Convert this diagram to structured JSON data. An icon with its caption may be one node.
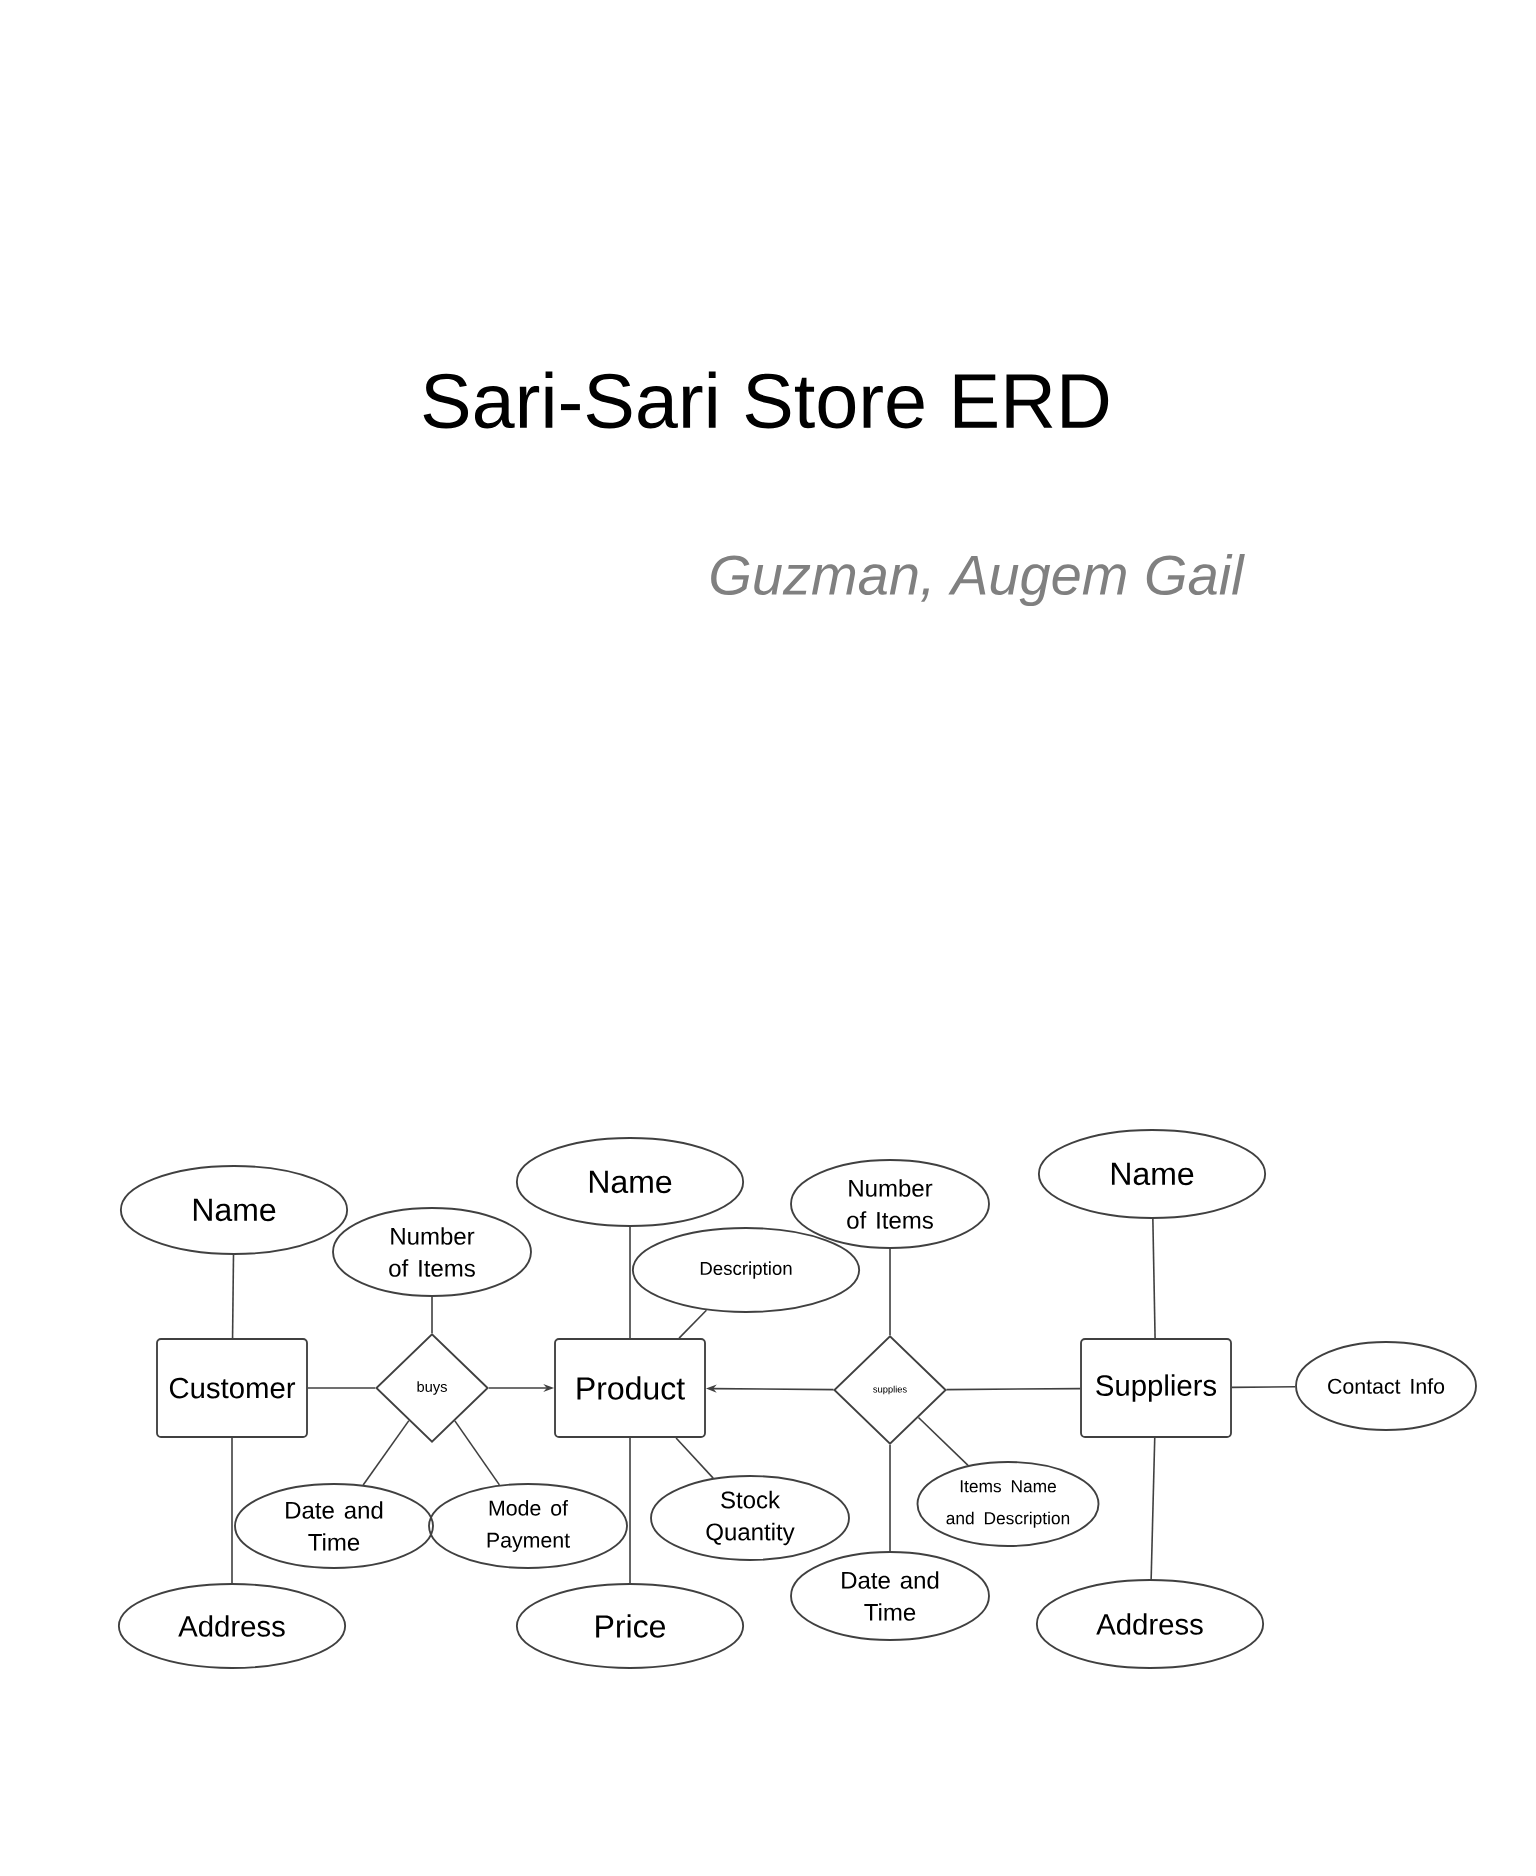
{
  "diagram": {
    "title": "Sari-Sari Store ERD",
    "nodes": [
      {
        "text": [
          "Customer"
        ]
      },
      {
        "text": [
          "Name"
        ]
      },
      {
        "text": [
          "Address"
        ]
      },
      {
        "text": [
          "buys"
        ]
      },
      {
        "text": [
          "Number of Items"
        ]
      },
      {
        "text": [
          "Date and Time"
        ]
      },
      {
        "text": [
          "Mode of Payment"
        ]
      },
      {
        "text": [
          "Product"
        ]
      },
      {
        "text": [
          "Name"
        ]
      },
      {
        "text": [
          "Description"
        ]
      },
      {
        "text": [
          "Stock Quantity"
        ]
      },
      {
        "text": [
          "Price"
        ]
      },
      {
        "text": [
          "supplies"
        ]
      },
      {
        "text": [
          "Number of Items"
        ]
      },
      {
        "text": [
          "Date and Time"
        ]
      },
      {
        "text": [
          "Items Name and Description"
        ]
      },
      {
        "text": [
          "Suppliers"
        ]
      },
      {
        "text": [
          "Name"
        ]
      },
      {
        "text": [
          "Address"
        ]
      },
      {
        "text": [
          "Contact Info"
        ]
      }
    ],
    "edges": [
      {
        "from": 1,
        "to": 0,
        "arrow": "none"
      },
      {
        "from": 0,
        "to": 2,
        "arrow": "none"
      },
      {
        "from": 0,
        "to": 3,
        "arrow": "none"
      },
      {
        "from": 4,
        "to": 3,
        "arrow": "none"
      },
      {
        "from": 3,
        "to": 5,
        "arrow": "none"
      },
      {
        "from": 3,
        "to": 6,
        "arrow": "none"
      },
      {
        "from": 3,
        "to": 7,
        "arrow": "to"
      },
      {
        "from": 8,
        "to": 7,
        "arrow": "none"
      },
      {
        "from": 9,
        "to": 7,
        "arrow": "none"
      },
      {
        "from": 7,
        "to": 10,
        "arrow": "none"
      },
      {
        "from": 7,
        "to": 11,
        "arrow": "none"
      },
      {
        "from": 12,
        "to": 7,
        "arrow": "to"
      },
      {
        "from": 13,
        "to": 12,
        "arrow": "none"
      },
      {
        "from": 12,
        "to": 14,
        "arrow": "none"
      },
      {
        "from": 12,
        "to": 15,
        "arrow": "none"
      },
      {
        "from": 16,
        "to": 12,
        "arrow": "none"
      },
      {
        "from": 17,
        "to": 16,
        "arrow": "none"
      },
      {
        "from": 16,
        "to": 18,
        "arrow": "none"
      },
      {
        "from": 16,
        "to": 19,
        "arrow": "none"
      }
    ],
    "labels": [
      "Guzman, Augem Gail"
    ]
  }
}
